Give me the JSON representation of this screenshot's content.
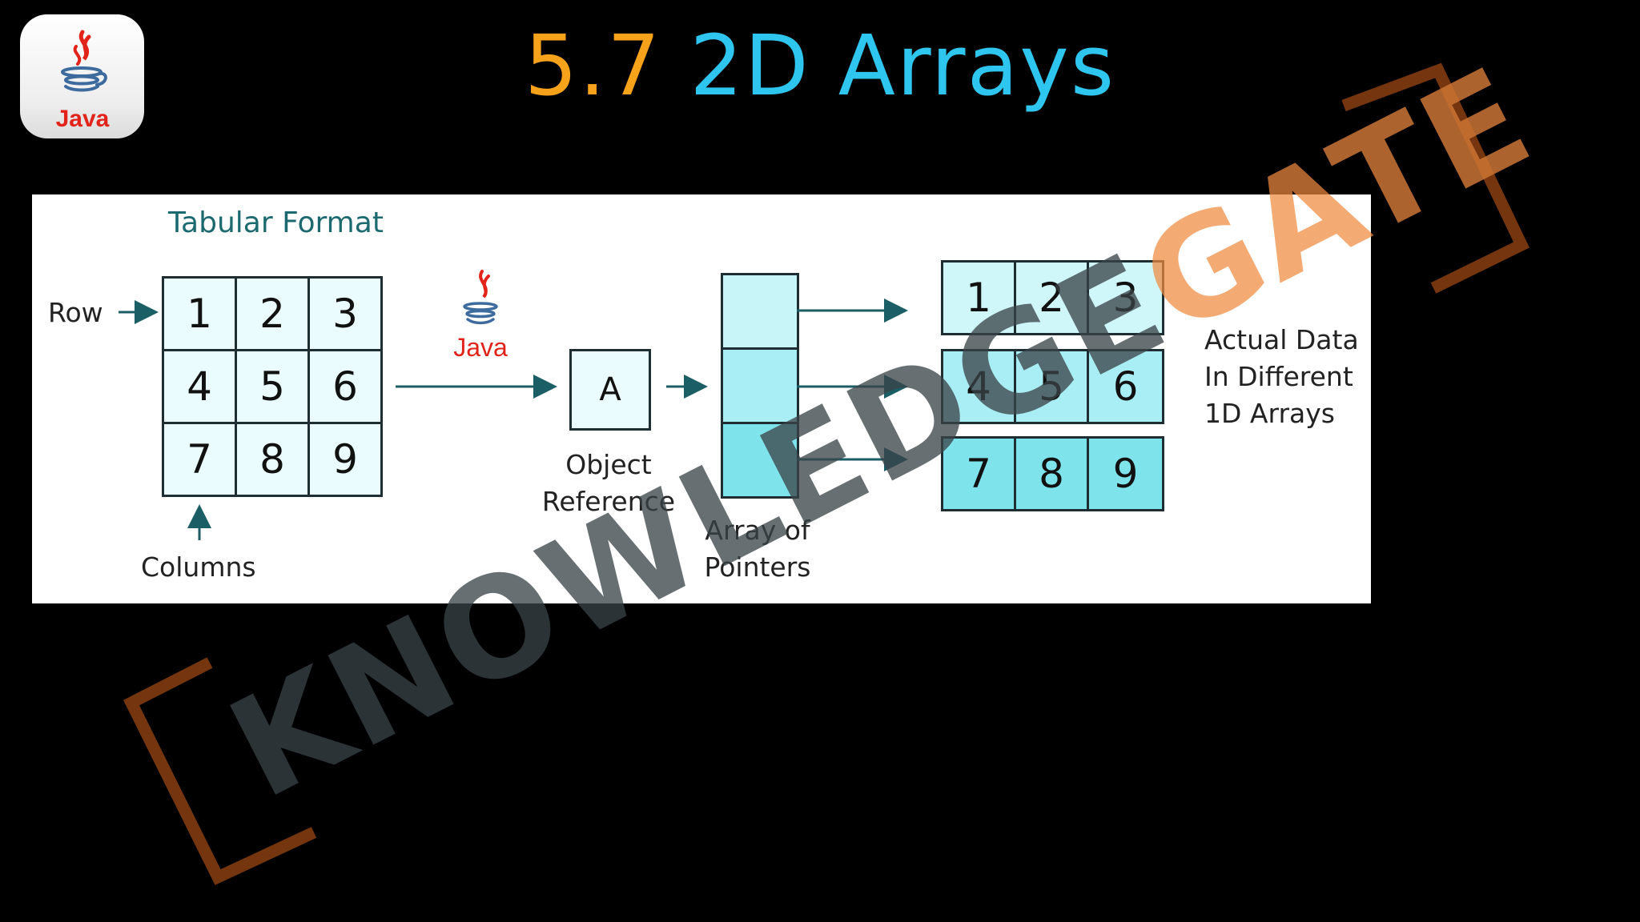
{
  "title": {
    "number": "5.7",
    "text": "2D Arrays"
  },
  "logo": {
    "text": "Java",
    "icon": "java-coffee-cup-icon"
  },
  "diagram": {
    "tabular_title": "Tabular Format",
    "row_label": "Row",
    "columns_label": "Columns",
    "grid": [
      [
        "1",
        "2",
        "3"
      ],
      [
        "4",
        "5",
        "6"
      ],
      [
        "7",
        "8",
        "9"
      ]
    ],
    "java_badge": "Java",
    "reference_letter": "A",
    "reference_label_1": "Object",
    "reference_label_2": "Reference",
    "pointers_label_1": "Array of",
    "pointers_label_2": "Pointers",
    "rows": [
      [
        "1",
        "2",
        "3"
      ],
      [
        "4",
        "5",
        "6"
      ],
      [
        "7",
        "8",
        "9"
      ]
    ],
    "actual_label_1": "Actual Data",
    "actual_label_2": "In Different",
    "actual_label_3": "1D Arrays"
  },
  "colors": {
    "title_number": "#f6a21a",
    "title_text": "#2ec6ee",
    "arrow": "#1c5e66",
    "shade_light": "#eafcfd",
    "shade_mid": "#b9f2f6",
    "shade_dark": "#7fe3ec",
    "watermark_brown": "#8a3f12",
    "watermark_orange": "#f08a3e",
    "watermark_gray": "#3a4448"
  },
  "watermark": {
    "part1": "KNOWLEDGE",
    "part2": "GATE"
  }
}
